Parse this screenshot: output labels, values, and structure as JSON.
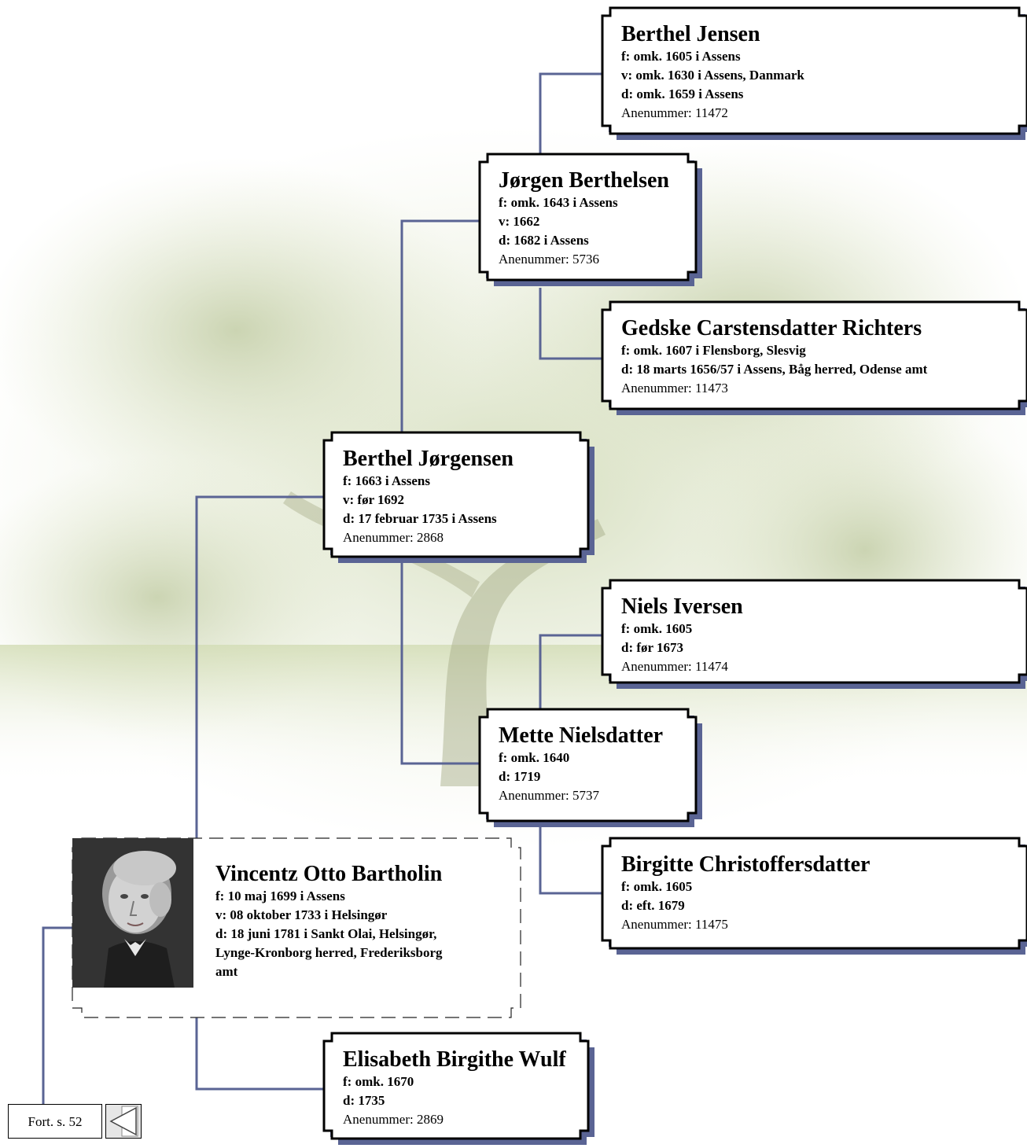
{
  "persons": {
    "p11472": {
      "name": "Berthel Jensen",
      "events": [
        "f: omk. 1605 i Assens",
        "v: omk. 1630 i Assens, Danmark",
        "d: omk. 1659 i Assens"
      ],
      "anenummer": "Anenummer: 11472"
    },
    "p5736": {
      "name": "Jørgen Berthelsen",
      "events": [
        "f: omk. 1643 i Assens",
        "v: 1662",
        "d: 1682 i Assens"
      ],
      "anenummer": "Anenummer: 5736"
    },
    "p11473": {
      "name": "Gedske Carstensdatter Richters",
      "events": [
        "f: omk. 1607 i Flensborg, Slesvig",
        "d: 18 marts 1656/57 i Assens, Båg herred, Odense amt"
      ],
      "anenummer": "Anenummer: 11473"
    },
    "p2868": {
      "name": "Berthel Jørgensen",
      "events": [
        "f: 1663 i Assens",
        "v: før 1692",
        "d: 17 februar 1735 i Assens"
      ],
      "anenummer": "Anenummer: 2868"
    },
    "p11474": {
      "name": "Niels Iversen",
      "events": [
        "f: omk. 1605",
        "d: før 1673"
      ],
      "anenummer": "Anenummer: 11474"
    },
    "p5737": {
      "name": "Mette Nielsdatter",
      "events": [
        "f: omk. 1640",
        "d: 1719"
      ],
      "anenummer": "Anenummer: 5737"
    },
    "p11475": {
      "name": "Birgitte Christoffersdatter",
      "events": [
        "f: omk. 1605",
        "d: eft. 1679"
      ],
      "anenummer": "Anenummer: 11475"
    },
    "p2869": {
      "name": "Elisabeth Birgithe Wulf",
      "events": [
        "f: omk. 1670",
        "d: 1735"
      ],
      "anenummer": "Anenummer: 2869"
    },
    "focus": {
      "name": "Vincentz Otto Bartholin",
      "events": [
        "f: 10 maj 1699 i Assens",
        "v: 08 oktober 1733 i Helsingør",
        "d: 18 juni 1781 i Sankt Olai, Helsingør,",
        "Lynge-Kronborg herred, Frederiksborg",
        "amt"
      ]
    }
  },
  "continuation": {
    "label": "Fort. s. 52"
  },
  "colors": {
    "line": "#5a6494",
    "shadow": "#5a6494",
    "frame": "#000000"
  }
}
